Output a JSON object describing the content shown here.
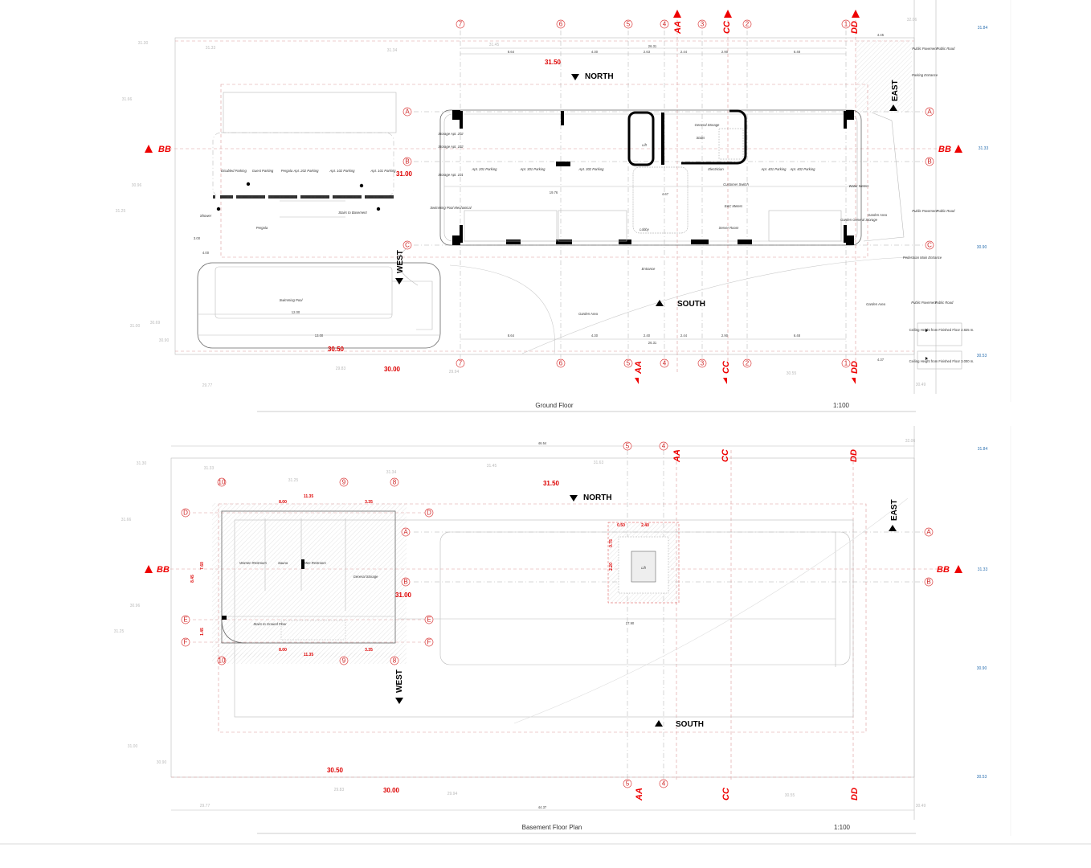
{
  "ground": {
    "title": "Ground Floor",
    "scale": "1:100",
    "directions": {
      "north": "NORTH",
      "south": "SOUTH",
      "east": "EAST",
      "west": "WEST"
    },
    "grid_numbers": [
      "7",
      "6",
      "5",
      "4",
      "3",
      "2",
      "1"
    ],
    "grid_letters": [
      "A",
      "B",
      "C"
    ],
    "sections": {
      "aa": "AA",
      "cc": "CC",
      "dd": "DD",
      "bb": "BB"
    },
    "levels": {
      "l1": "31.50",
      "l2": "31.00",
      "l3": "30.50",
      "l4": "30.00"
    },
    "rooms": [
      "Storage Apt. 202",
      "Storage Apt. 102",
      "Storage Apt. 101",
      "Swimming Pool Mechanical",
      "Apt. 201 Parking",
      "Apt. 301 Parking",
      "Apt. 302 Parking",
      "Lift",
      "Stairs",
      "General Storage",
      "Electrician",
      "Customer Switch",
      "E&C Meters",
      "Server Room",
      "Lobby",
      "Apt. 401 Parking",
      "Apt. 402 Parking",
      "Water Meters",
      "Garden General Storage",
      "Garden Area",
      "Disabled Parking",
      "Guest Parking",
      "Pergola",
      "Apt. 202 Parking",
      "Apt. 102 Parking",
      "Apt. 101 Parking",
      "Stairs to Basement",
      "Pergola",
      "Swimming Pool",
      "Entrance",
      "Garden Area",
      "Garden Area",
      "Shower"
    ],
    "site_labels": [
      "Public Pavement",
      "Public Road",
      "Parking Entrance",
      "Public Pavement",
      "Public Road",
      "Pedestrian Main Entrance",
      "Public Pavement",
      "Public Road"
    ],
    "dimensions": [
      "26.31",
      "8.64",
      "4.30",
      "2.63",
      "2.44",
      "2.90",
      "6.48",
      "19.76",
      "4.67",
      "12.00",
      "13.00",
      "26.31",
      "8.64",
      "4.30",
      "2.40",
      "2.44",
      "2.90",
      "6.48",
      "4.45",
      "4.37",
      "3.00",
      "4.00"
    ],
    "notes": [
      "Ceiling Height from Finished Floor 2.825 m.",
      "Ceiling Height from Finished Floor 3.000 m."
    ],
    "contours": [
      "31.30",
      "31.33",
      "31.34",
      "31.45",
      "31.66",
      "30.96",
      "31.25",
      "31.00",
      "30.69",
      "30.90",
      "29.77",
      "29.83",
      "29.94",
      "30.55",
      "30.49",
      "32.06"
    ],
    "contours_blue": [
      "31.84",
      "31.33",
      "30.90",
      "30.53"
    ]
  },
  "basement": {
    "title": "Basement Floor Plan",
    "scale": "1:100",
    "directions": {
      "north": "NORTH",
      "south": "SOUTH",
      "east": "EAST",
      "west": "WEST"
    },
    "grid_numbers": [
      "10",
      "9",
      "8",
      "5",
      "4"
    ],
    "grid_letters": [
      "D",
      "A",
      "B",
      "E",
      "F"
    ],
    "sections": {
      "aa": "AA",
      "cc": "CC",
      "dd": "DD",
      "bb": "BB"
    },
    "levels": {
      "l1": "31.50",
      "l2": "31.00",
      "l3": "30.50",
      "l4": "30.00"
    },
    "rooms": [
      "Women Restroom",
      "Sauna",
      "Men Restroom",
      "General Storage",
      "Stairs to Ground Floor",
      "Lift"
    ],
    "dimensions": [
      "46.54",
      "44.37",
      "11.35",
      "8.00",
      "3.35",
      "7.60",
      "8.45",
      "1.45",
      "27.90",
      "2.40",
      "0.50",
      "2.20",
      "0.75",
      "11.35",
      "8.00",
      "3.35"
    ],
    "contours": [
      "31.30",
      "31.33",
      "31.25",
      "31.34",
      "31.45",
      "31.63",
      "31.66",
      "30.96",
      "31.25",
      "31.00",
      "30.90",
      "29.77",
      "29.83",
      "29.94",
      "30.55",
      "30.49",
      "32.06"
    ],
    "contours_blue": [
      "31.84",
      "31.33",
      "30.90",
      "30.53"
    ]
  }
}
